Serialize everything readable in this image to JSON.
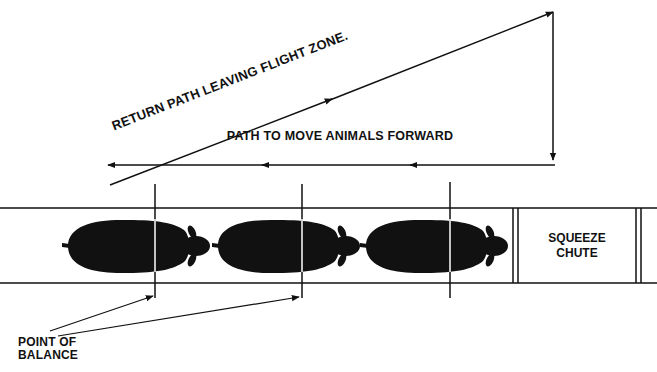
{
  "diagram": {
    "nodes": [
      {
        "text": [
          "SQUEEZE CHUTE"
        ]
      }
    ],
    "labels": [
      "RETURN PATH LEAVING FLIGHT ZONE.",
      "PATH TO MOVE ANIMALS FORWARD",
      "POINT OF BALANCE"
    ]
  }
}
